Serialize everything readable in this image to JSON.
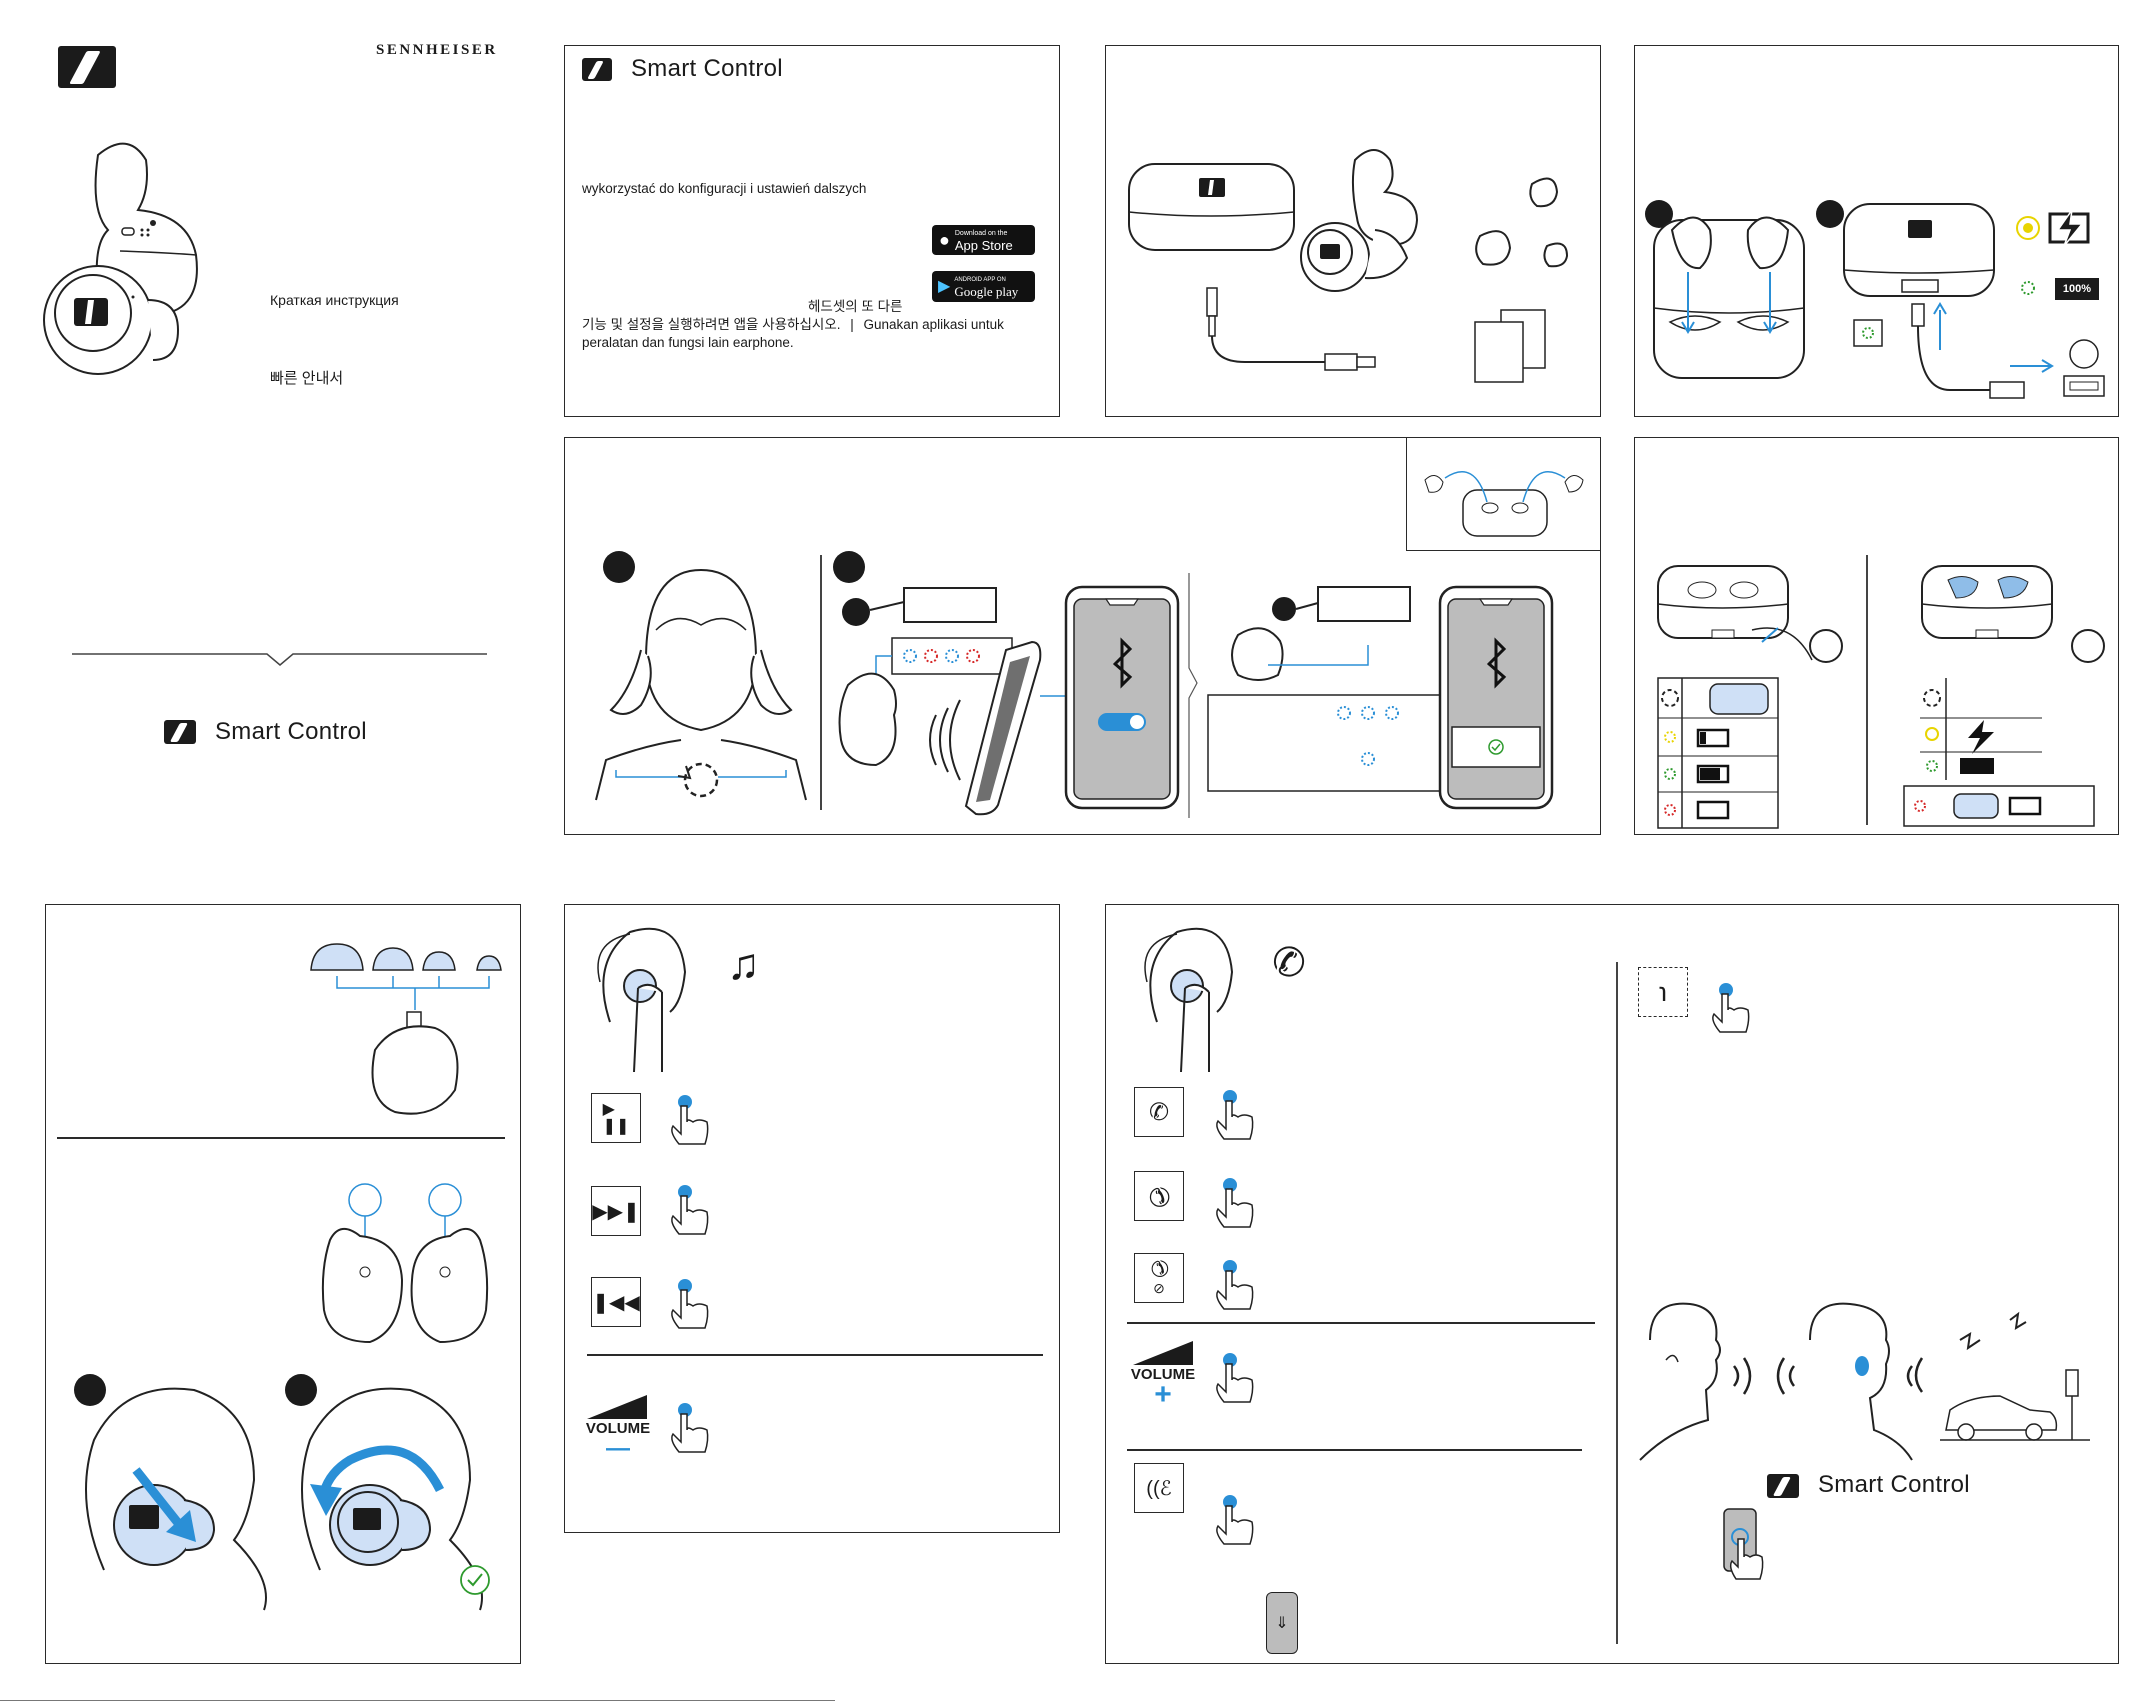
{
  "cover": {
    "brand": "SENNHEISER",
    "quick_guide_ru": "Краткая инструкция",
    "quick_guide_ko": "빠른 안내서",
    "app_name": "Smart Control"
  },
  "app_panel": {
    "title": "Smart Control",
    "text_pl": "wykorzystać do konfiguracji i ustawień dalszych",
    "text_ko_a": "헤드셋의 또 다른",
    "text_ko_b": "기능 및 설정을 실행하려면 앱을 사용하십시오.",
    "text_sep": "|",
    "text_id_a": "Gunakan aplikasi untuk",
    "text_id_b": "peralatan dan fungsi lain earphone.",
    "app_store_small": "Download on the",
    "app_store_big": "App Store",
    "google_small": "ANDROID APP ON",
    "google_big": "Google play"
  },
  "charge_panel": {
    "battery_full": "100%"
  },
  "controls": {
    "volume_label_music": "VOLUME",
    "volume_minus": "—",
    "volume_label_call": "VOLUME",
    "volume_plus": "+"
  },
  "aware_panel": {
    "app_name": "Smart Control"
  },
  "colors": {
    "accent": "#2a8fd6",
    "light_blue": "#cfe0f6",
    "green": "#2e9a2e",
    "yellow": "#e8d400",
    "red": "#d62828"
  },
  "icons": [
    "sennheiser-logo-icon",
    "music-note-icon",
    "phone-icon",
    "play-pause-icon",
    "next-track-icon",
    "previous-track-icon",
    "hang-up-icon",
    "reject-call-icon",
    "voice-assistant-icon",
    "ear-aware-icon",
    "bluetooth-icon",
    "finger-tap-icon",
    "check-icon",
    "usb-icon",
    "charging-bolt-icon"
  ]
}
